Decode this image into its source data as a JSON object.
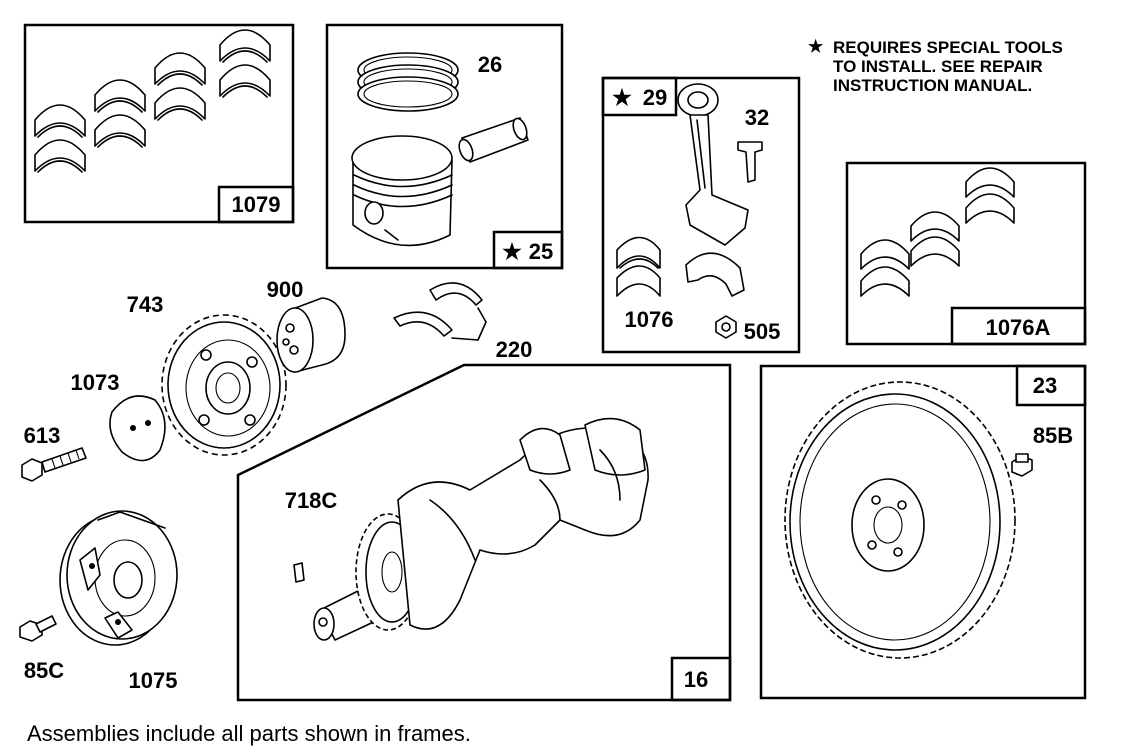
{
  "note": {
    "star": "★",
    "lines": [
      "REQUIRES SPECIAL TOOLS",
      "TO INSTALL.  SEE REPAIR",
      "INSTRUCTION MANUAL."
    ]
  },
  "parts": {
    "p1079": "1079",
    "p26": "26",
    "p25": "25",
    "p29": "29",
    "p32": "32",
    "p1076": "1076",
    "p505": "505",
    "p1076a": "1076A",
    "p743": "743",
    "p900": "900",
    "p220": "220",
    "p1073": "1073",
    "p613": "613",
    "p718c": "718C",
    "p16": "16",
    "p23": "23",
    "p85b": "85B",
    "p85c": "85C",
    "p1075": "1075"
  },
  "footer": "Assemblies include all parts shown in frames."
}
